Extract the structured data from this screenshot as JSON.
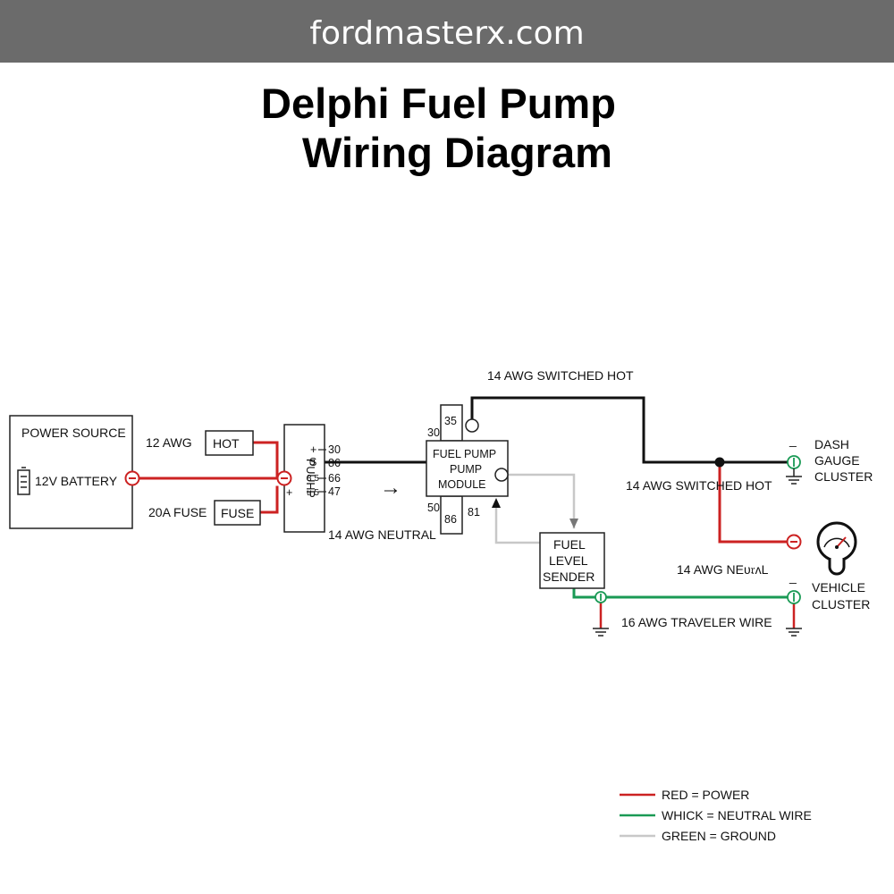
{
  "header": {
    "site": "fordmasterx.com"
  },
  "title": {
    "line1": "Delphi Fuel Pump",
    "line2": "Wiring Diagram"
  },
  "diagram": {
    "power_source": "POWER SOURCE",
    "battery": "12V BATTERY",
    "wire_12awg": "12 AWG",
    "hot_box": "HOT",
    "fuse_label": "20A FUSE",
    "fuse_box": "FUSE",
    "relay_text": "PUUHP",
    "relay_plus_top": "+",
    "relay_plus_left": "+",
    "relay_inner_s": "S",
    "relay_inner_l1": "8 5",
    "relay_inner_l2": "u 5",
    "pin_30": "30",
    "pin_86": "86",
    "pin_66": "66",
    "pin_47": "47",
    "neutral_left": "14 AWG NEUTRAL",
    "switched_hot_top": "14 AWG SWITCHED HOT",
    "switched_hot_mid": "14 AWG SWITCHED HOT",
    "module_line1": "FUEL PUMP",
    "module_line2": "PUMP",
    "module_line3": "MODULE",
    "mpin_35": "35",
    "mpin_30": "30",
    "mpin_50": "50",
    "mpin_86": "86",
    "mpin_81": "81",
    "sender_line1": "FUEL",
    "sender_line2": "LEVEL",
    "sender_line3": "SENDER",
    "dash_minus": "_",
    "dash_line1": "DASH",
    "dash_line2": "GAUGE",
    "dash_line3": "CLUSTER",
    "neutral_right": "14 AWG NEᴜ𝔯ᴧL",
    "vehicle_minus": "_",
    "vehicle_line1": "VEHICLE",
    "vehicle_line2": "CLUSTER",
    "traveler": "16 AWG TRAVELER WIRE",
    "arrow": "→"
  },
  "legend": {
    "items": [
      {
        "label": "RED = POWER",
        "color": "#cc2222"
      },
      {
        "label": "WHICK = NEUTRAL WIRE",
        "color": "#1a9a55"
      },
      {
        "label": "GREEN = GROUND",
        "color": "#c8c8c8"
      }
    ]
  }
}
